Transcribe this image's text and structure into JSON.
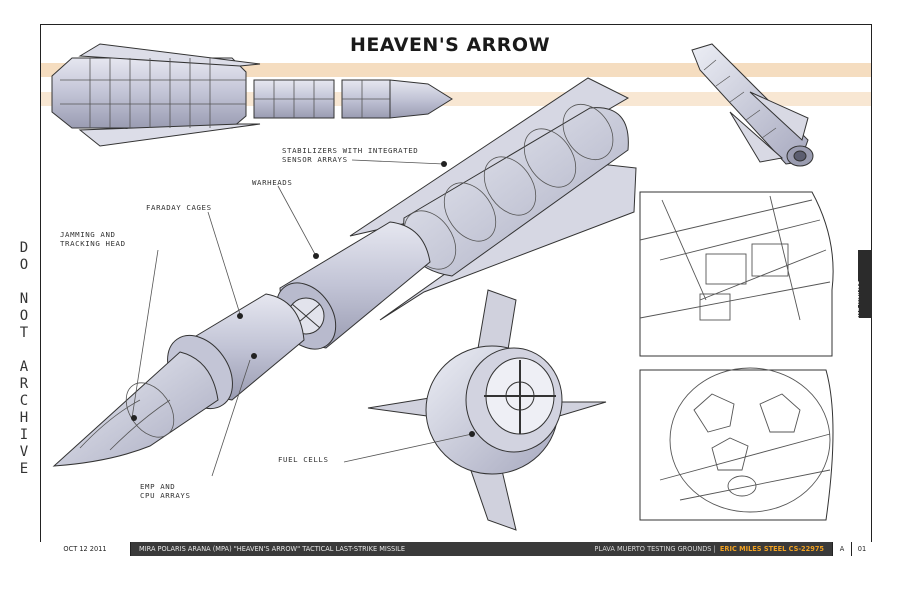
{
  "title": "HEAVEN'S ARROW",
  "side_notice": [
    "D",
    "O",
    "",
    "N",
    "O",
    "T",
    "",
    "A",
    "R",
    "C",
    "H",
    "I",
    "V",
    "E"
  ],
  "review_tab": "REVIEW ONLY",
  "callouts": {
    "stabilizers": "STABILIZERS WITH INTEGRATED\nSENSOR ARRAYS",
    "warheads": "WARHEADS",
    "faraday": "FARADAY CAGES",
    "jamming": "JAMMING AND\nTRACKING HEAD",
    "fuel": "FUEL CELLS",
    "emp": "EMP AND\nCPU ARRAYS"
  },
  "footer": {
    "date": "OCT 12 2011",
    "designation": "MIRA POLARIS ARANA (MPA) \"HEAVEN'S ARROW\" TACTICAL LAST-STRIKE MISSILE",
    "location": "PLAVA MUERTO TESTING GROUNDS |",
    "engineer": "ERIC MILES STEEL CS-22975",
    "revision": "A",
    "page": "01"
  },
  "colors": {
    "accent_stripe": "#f5ddc0",
    "footer_bar": "#3a3a3a",
    "engineer_text": "#f0a020",
    "hull_tint": "#c9cbdc"
  }
}
